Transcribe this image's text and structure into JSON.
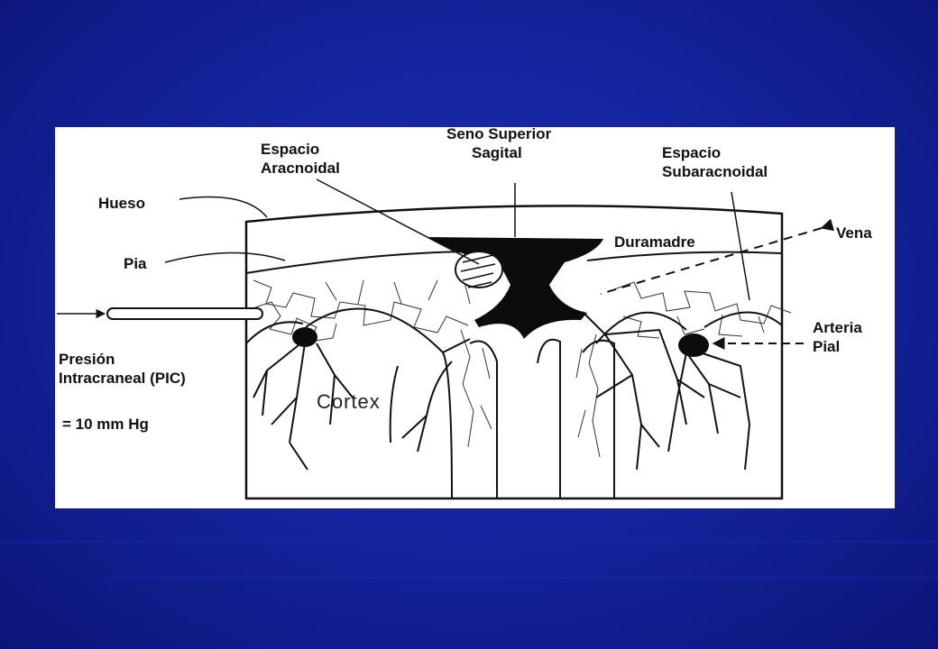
{
  "labels": {
    "espacio_aracnoidal": [
      "Espacio",
      "Aracnoidal"
    ],
    "seno_superior_sagital": [
      "Seno Superior",
      "Sagital"
    ],
    "espacio_subaracnoidal": [
      "Espacio",
      "Subaracnoidal"
    ],
    "hueso": "Hueso",
    "vena": "Vena",
    "duramadre": "Duramadre",
    "pia": "Pia",
    "arteria_pial": [
      "Arteria",
      "Pial"
    ],
    "presion_intracraneal": [
      "Presión",
      "Intracraneal (PIC)"
    ],
    "presion_valor": "= 10 mm Hg",
    "cortex": "Cortex"
  },
  "colors": {
    "background": "#1525a0",
    "panel": "#ffffff",
    "ink": "#111111"
  }
}
